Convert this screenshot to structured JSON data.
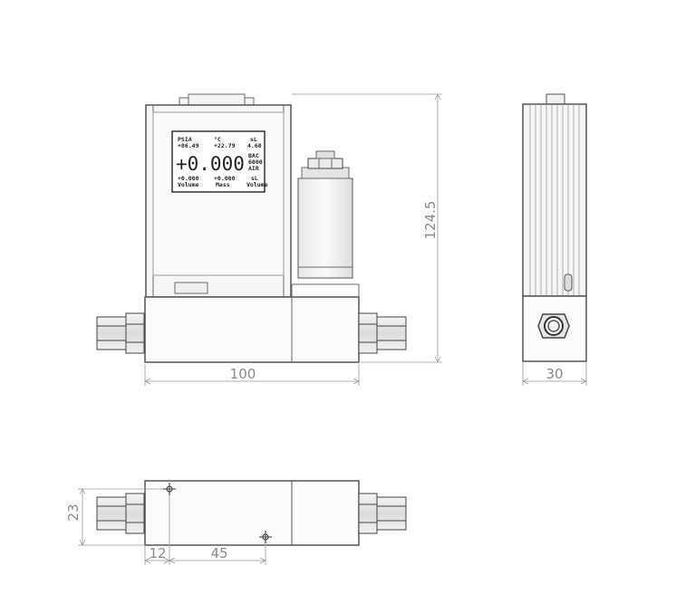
{
  "dimensions": {
    "width": "100",
    "height": "124.5",
    "depth": "30",
    "base_height": "23",
    "hole_offset": "12",
    "hole_spacing": "45"
  },
  "display": {
    "top_left_unit": "PSIA",
    "top_left_value": "+86.49",
    "top_mid_unit": "°C",
    "top_mid_value": "+22.79",
    "top_right_unit": "sL",
    "top_right_value": "4.60",
    "main_value": "+0.000",
    "side_label_1": "BAC",
    "side_label_2": "6000",
    "side_label_3": "AIR",
    "bottom_left_value": "+0.000",
    "bottom_left_label": "Volume",
    "bottom_mid_value": "+0.000",
    "bottom_mid_label": "Mass",
    "bottom_right_unit": "sL",
    "bottom_right_label": "Volume"
  }
}
